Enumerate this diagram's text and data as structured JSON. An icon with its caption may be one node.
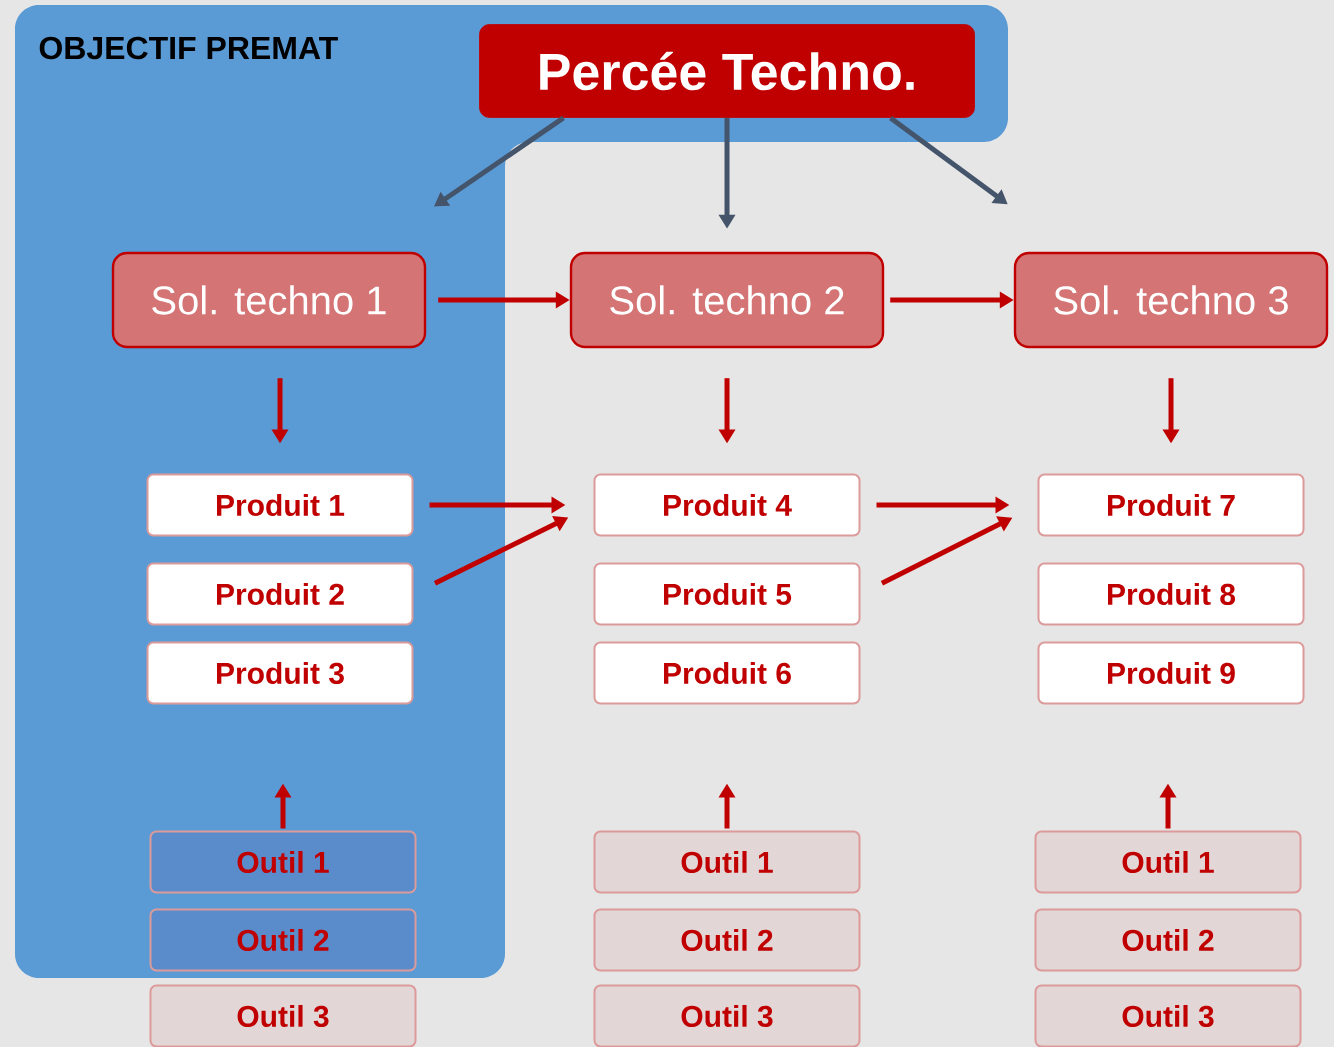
{
  "diagram": {
    "nodes": [
      {
        "text": [
          "OBJECTIF PREMAT"
        ]
      },
      {
        "text": [
          "Percée Techno."
        ],
        "in": 0
      },
      {
        "text": [
          "Sol. techno 1"
        ],
        "in": 0
      },
      {
        "text": [
          "Sol. techno 2"
        ]
      },
      {
        "text": [
          "Sol. techno 3"
        ]
      },
      {
        "text": [
          "Produit 1"
        ],
        "in": 0
      },
      {
        "text": [
          "Produit 2"
        ],
        "in": 0
      },
      {
        "text": [
          "Produit 3"
        ],
        "in": 0
      },
      {
        "text": [
          "Produit 4"
        ]
      },
      {
        "text": [
          "Produit 5"
        ]
      },
      {
        "text": [
          "Produit 6"
        ]
      },
      {
        "text": [
          "Produit 7"
        ]
      },
      {
        "text": [
          "Produit 8"
        ]
      },
      {
        "text": [
          "Produit 9"
        ]
      },
      {
        "text": [
          "Outil 1"
        ],
        "in": 0
      },
      {
        "text": [
          "Outil 2"
        ],
        "in": 0
      },
      {
        "text": [
          "Outil 3"
        ]
      },
      {
        "text": [
          "Outil 1"
        ]
      },
      {
        "text": [
          "Outil 2"
        ]
      },
      {
        "text": [
          "Outil 3"
        ]
      },
      {
        "text": [
          "Outil 1"
        ]
      },
      {
        "text": [
          "Outil 2"
        ]
      },
      {
        "text": [
          "Outil 3"
        ]
      }
    ],
    "edges": [
      {
        "from": 1,
        "to": 2,
        "arrow": "to",
        "color": "#44546a"
      },
      {
        "from": 1,
        "to": 3,
        "arrow": "to",
        "color": "#44546a"
      },
      {
        "from": 1,
        "to": 4,
        "arrow": "to",
        "color": "#44546a"
      },
      {
        "from": 2,
        "to": 3,
        "arrow": "to"
      },
      {
        "from": 3,
        "to": 4,
        "arrow": "to"
      },
      {
        "from": 2,
        "to": 5,
        "arrow": "to"
      },
      {
        "from": 3,
        "to": 8,
        "arrow": "to"
      },
      {
        "from": 4,
        "to": 11,
        "arrow": "to"
      },
      {
        "from": 5,
        "to": 8,
        "arrow": "to"
      },
      {
        "from": 6,
        "to": 8,
        "arrow": "to"
      },
      {
        "from": 8,
        "to": 11,
        "arrow": "to"
      },
      {
        "from": 9,
        "to": 11,
        "arrow": "to"
      },
      {
        "from": 14,
        "to": null,
        "arrow": "to"
      },
      {
        "from": 17,
        "to": null,
        "arrow": "to"
      },
      {
        "from": 20,
        "to": null,
        "arrow": "to"
      }
    ]
  }
}
